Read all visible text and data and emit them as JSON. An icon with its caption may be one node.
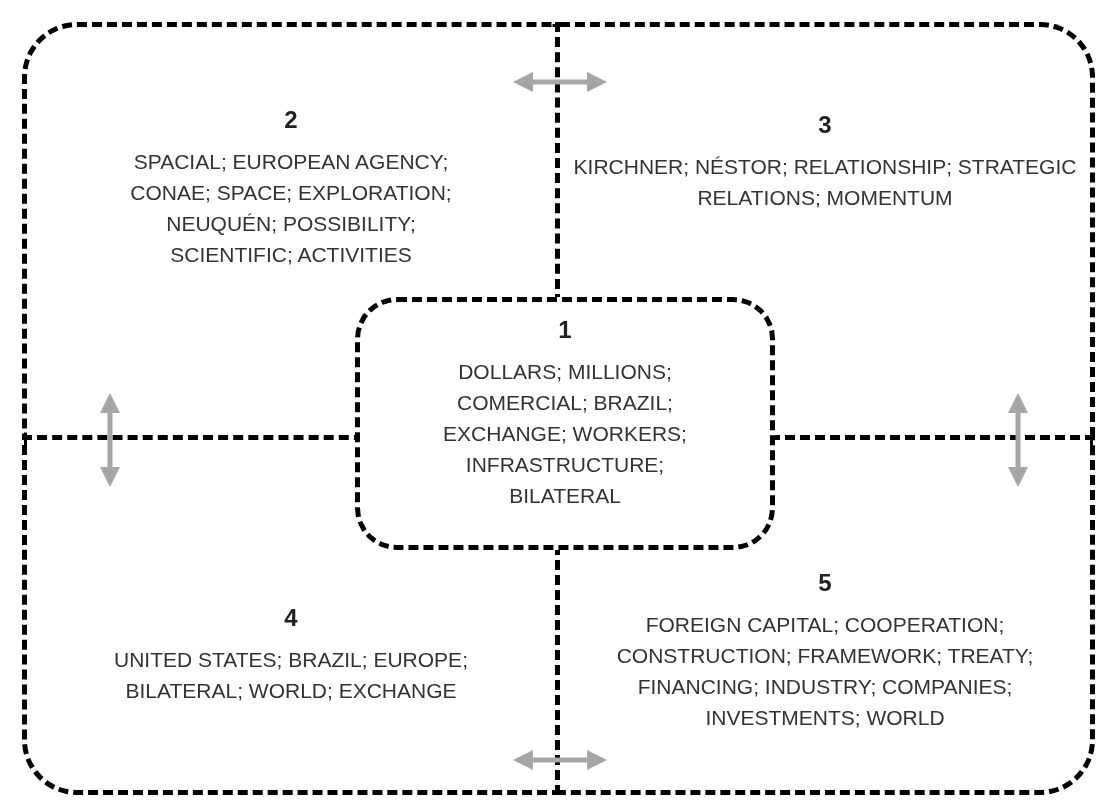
{
  "diagram": {
    "nodes": [
      {
        "text": [
          "2",
          "SPACIAL; EUROPEAN AGENCY; CONAE; SPACE; EXPLORATION; NEUQUÉN; POSSIBILITY; SCIENTIFIC; ACTIVITIES"
        ]
      },
      {
        "text": [
          "3",
          "KIRCHNER; NÉSTOR; RELATIONSHIP; STRATEGIC RELATIONS; MOMENTUM"
        ]
      },
      {
        "text": [
          "1",
          "DOLLARS; MILLIONS; COMERCIAL; BRAZIL; EXCHANGE; WORKERS; INFRASTRUCTURE; BILATERAL"
        ]
      },
      {
        "text": [
          "4",
          "UNITED STATES; BRAZIL; EUROPE; BILATERAL; WORLD; EXCHANGE"
        ]
      },
      {
        "text": [
          "5",
          "FOREIGN CAPITAL; COOPERATION; CONSTRUCTION; FRAMEWORK; TREATY; FINANCING; INDUSTRY; COMPANIES; INVESTMENTS; WORLD"
        ]
      }
    ],
    "edges": [
      {
        "from": 0,
        "to": 1,
        "arrow": "both"
      },
      {
        "from": 0,
        "to": 3,
        "arrow": "both"
      },
      {
        "from": 1,
        "to": 4,
        "arrow": "both"
      },
      {
        "from": 3,
        "to": 4,
        "arrow": "both"
      }
    ]
  }
}
